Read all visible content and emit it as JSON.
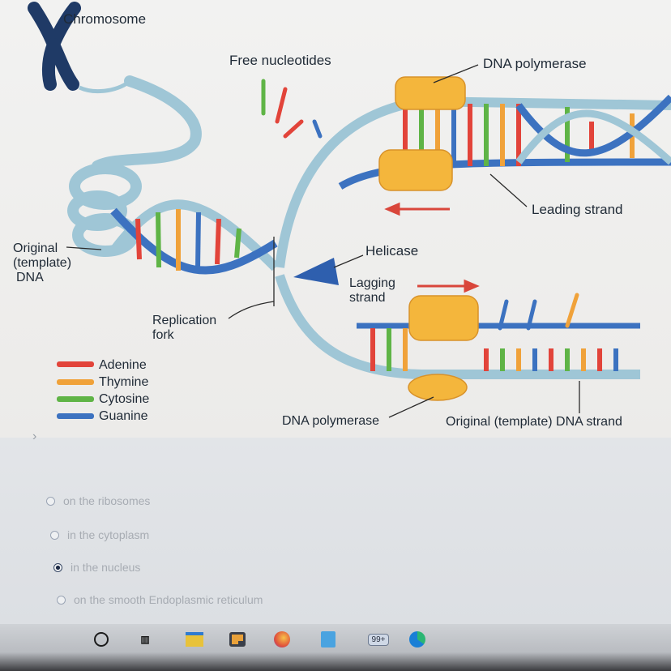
{
  "labels": {
    "chromosome": "Chromosome",
    "free_nucleotides": "Free nucleotides",
    "dna_polymerase_top": "DNA polymerase",
    "leading_strand": "Leading strand",
    "original_line1": "Original",
    "original_line2": "(template)",
    "original_line3": "DNA",
    "helicase": "Helicase",
    "lagging_line1": "Lagging",
    "lagging_line2": "strand",
    "replication_line1": "Replication",
    "replication_line2": "fork",
    "dna_polymerase_bottom": "DNA polymerase",
    "original_template_strand": "Original (template) DNA strand"
  },
  "legend": [
    {
      "label": "Adenine",
      "color": "#e2443a"
    },
    {
      "label": "Thymine",
      "color": "#f0a23a"
    },
    {
      "label": "Cytosine",
      "color": "#5fb446"
    },
    {
      "label": "Guanine",
      "color": "#3c72c0"
    }
  ],
  "colors": {
    "backbone": "#9fc6d6",
    "polymerase": "#f4b63c",
    "helicase": "#2e5fae"
  },
  "choices": [
    {
      "label": "on the ribosomes",
      "selected": false
    },
    {
      "label": "in the cytoplasm",
      "selected": false
    },
    {
      "label": "in the nucleus",
      "selected": true
    },
    {
      "label": "on the smooth Endoplasmic reticulum",
      "selected": false
    }
  ],
  "taskbar": [
    {
      "icon": "search-circle-icon"
    },
    {
      "icon": "task-view-icon"
    },
    {
      "icon": "file-explorer-icon"
    },
    {
      "icon": "store-icon"
    },
    {
      "icon": "browser-icon"
    },
    {
      "icon": "calculator-icon"
    },
    {
      "icon": "badge-icon",
      "badge": "99+"
    },
    {
      "icon": "edge-icon"
    }
  ]
}
